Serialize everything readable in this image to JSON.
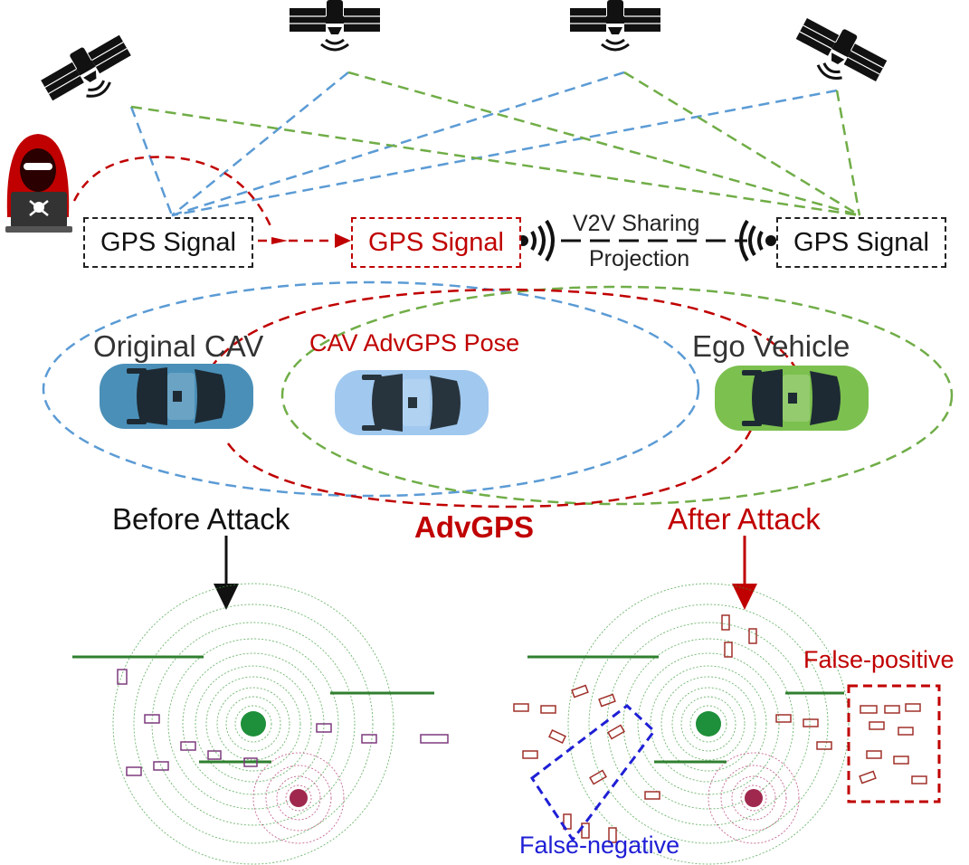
{
  "colors": {
    "blue": "#5b9bd5",
    "green": "#70ad47",
    "red": "#c00000",
    "black": "#111111",
    "false_negative": "#1f1fd6"
  },
  "gps": {
    "left_label": "GPS Signal",
    "mid_label": "GPS Signal",
    "right_label": "GPS Signal"
  },
  "v2v": {
    "line1": "V2V Sharing",
    "line2": "Projection"
  },
  "vehicles": {
    "original": "Original CAV",
    "adv_pose": "CAV AdvGPS Pose",
    "ego": "Ego Vehicle"
  },
  "stages": {
    "before": "Before Attack",
    "attack": "AdvGPS",
    "after": "After Attack"
  },
  "annotations": {
    "false_positive": "False-positive",
    "false_negative": "False-negative"
  },
  "icons": [
    "satellite-icon",
    "hacker-icon",
    "wireless-signal-icon",
    "car-icon",
    "lidar-scan"
  ]
}
